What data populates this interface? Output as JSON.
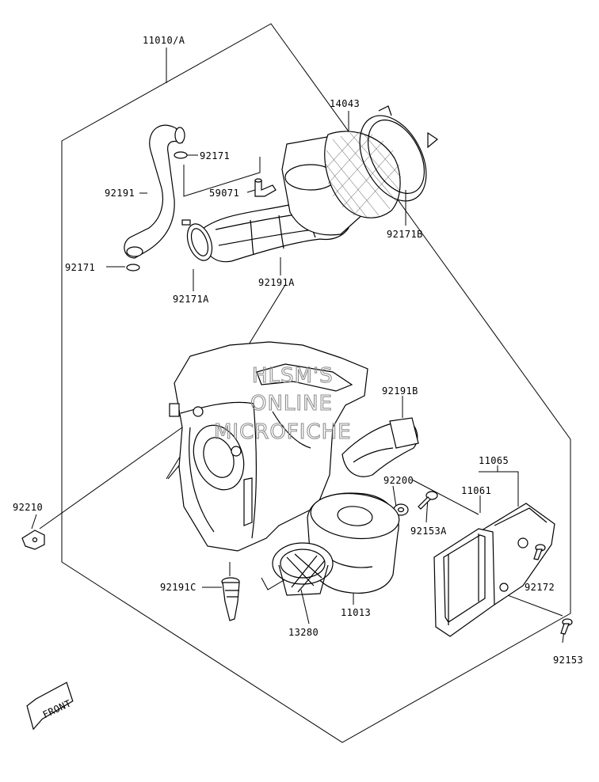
{
  "labels": {
    "assembly": "11010/A",
    "element_14043": "14043",
    "clamp_top": "92171",
    "hose_92191": "92191",
    "fitting_59071": "59071",
    "clamp_left": "92171",
    "clamp_92171a": "92171A",
    "duct_92191a": "92191A",
    "clamp_92171b": "92171B",
    "tube_92191b": "92191B",
    "cover_11065": "11065",
    "seal_11061": "11061",
    "bracket_92210": "92210",
    "washer_92200": "92200",
    "bolt_92153a": "92153A",
    "screw_92172": "92172",
    "drain_92191c": "92191C",
    "element_11013": "11013",
    "holder_13280": "13280",
    "bolt_92153": "92153"
  },
  "watermark": {
    "line1": "HLSM'S",
    "line2": "ONLINE",
    "line3": "MICROFICHE"
  },
  "front_arrow": "FRONT"
}
